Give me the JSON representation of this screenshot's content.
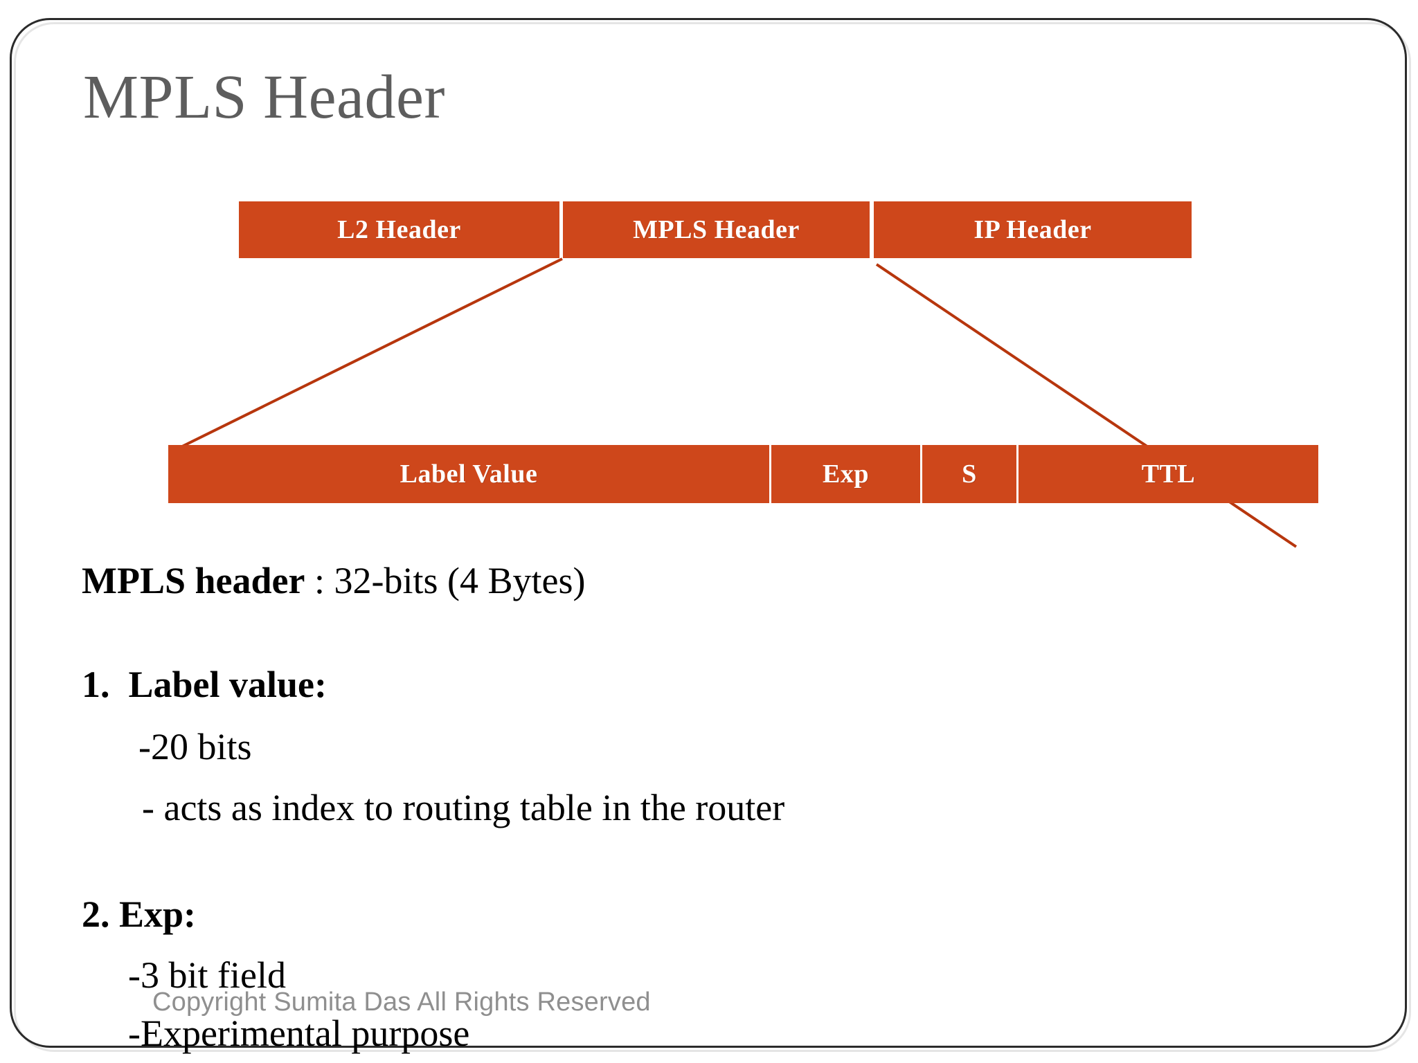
{
  "slide": {
    "title": "MPLS Header",
    "accent_color": "#CE471B",
    "title_color": "#5d5d5d",
    "background_color": "#ffffff",
    "frame_color": "#2b2b2b"
  },
  "diagram": {
    "top_row": [
      {
        "label": "L2 Header"
      },
      {
        "label": "MPLS Header"
      },
      {
        "label": "IP Header"
      }
    ],
    "bottom_row": [
      {
        "label": "Label Value"
      },
      {
        "label": "Exp"
      },
      {
        "label": "S"
      },
      {
        "label": "TTL"
      }
    ]
  },
  "body": {
    "header_line": {
      "bold": "MPLS header",
      "rest": " : 32-bits (4 Bytes)"
    },
    "items": [
      {
        "marker": "1.",
        "title": "Label value:",
        "details": [
          "-20 bits",
          "- acts as index to routing table in the router"
        ]
      },
      {
        "marker": "2.",
        "title": "Exp:",
        "details": [
          "-3 bit field",
          "-Experimental purpose"
        ]
      }
    ]
  },
  "watermark": {
    "text": "Copyright Sumita Das All Rights Reserved",
    "color": "#8f8f8f"
  }
}
